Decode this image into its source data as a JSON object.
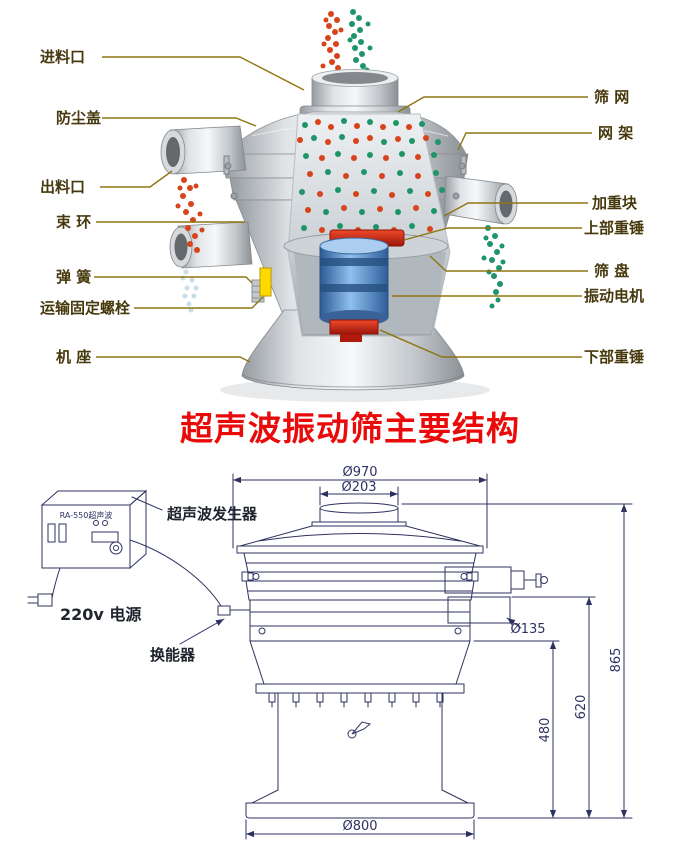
{
  "illustration": {
    "title": "超声波振动筛主要结构",
    "labels_left": [
      {
        "text": "进料口"
      },
      {
        "text": "防尘盖"
      },
      {
        "text": "出料口"
      },
      {
        "text": "束 环"
      },
      {
        "text": "弹 簧"
      },
      {
        "text": "运输固定螺栓"
      },
      {
        "text": "机 座"
      }
    ],
    "labels_right": [
      {
        "text": "筛 网"
      },
      {
        "text": "网 架"
      },
      {
        "text": "加重块"
      },
      {
        "text": "上部重锤"
      },
      {
        "text": "筛 盘"
      },
      {
        "text": "振动电机"
      },
      {
        "text": "下部重锤"
      }
    ]
  },
  "drawing": {
    "generator_box_label": "RA-550超声波",
    "generator_label": "超声波发生器",
    "power_label": "220v 电源",
    "transducer_label": "换能器",
    "dims": {
      "d970": "Ø970",
      "d203": "Ø203",
      "d135": "Ø135",
      "d480": "480",
      "d620": "620",
      "d865": "865",
      "d800": "Ø800"
    }
  },
  "colors": {
    "title_red": "#ea0a0a",
    "label_text": "#46390d",
    "leader_line": "#8f7513",
    "drawing_line": "#2e3261",
    "motor_blue": "#2c5a95",
    "weight_red": "#c42012",
    "particle_red": "#d8431b",
    "particle_green": "#1f9468",
    "highlight_bolt_yellow": "#ffd900"
  }
}
